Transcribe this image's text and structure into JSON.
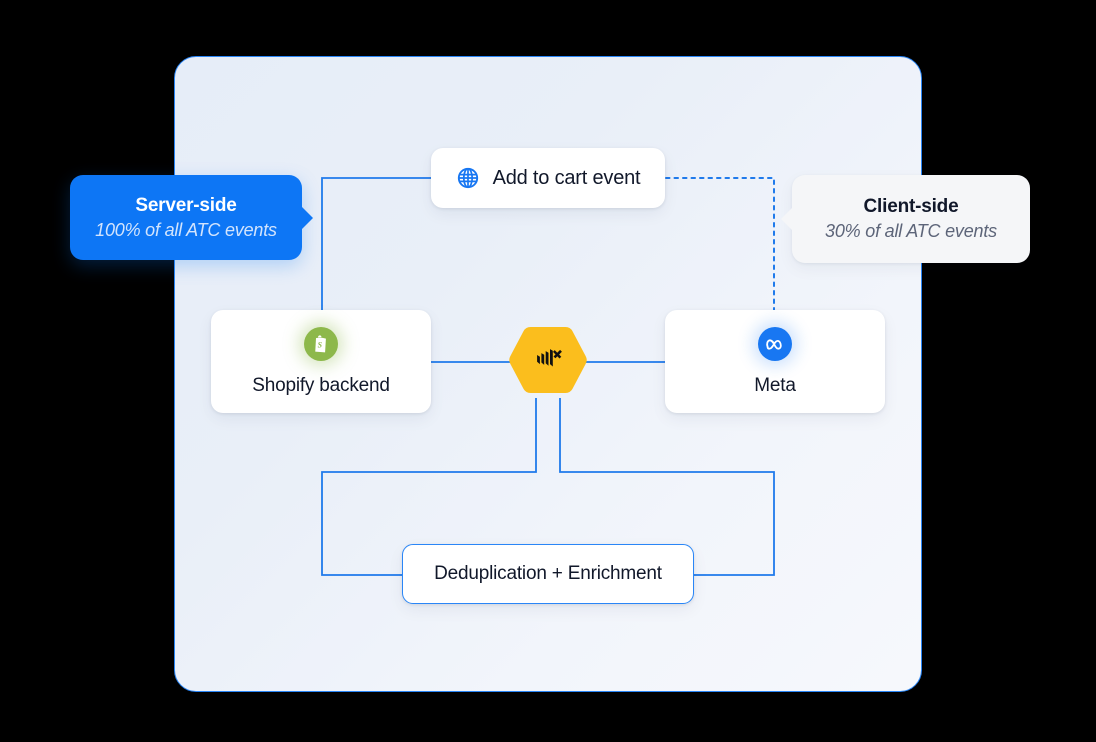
{
  "theme": {
    "panel_border": "#2a86f7",
    "panel_bg_from": "#e6edf8",
    "panel_bg_to": "#f6f8fc",
    "connector_color": "#1f7aeb",
    "accent_blue": "#0d76f5",
    "hexagon_fill": "#fbbe1d",
    "shopify_green": "#8db84b",
    "meta_blue": "#1877f2",
    "text_dark": "#11182a",
    "text_muted": "#5d6579"
  },
  "badges": {
    "server_side": {
      "title": "Server-side",
      "subtitle": "100% of all ATC events",
      "pointer": "right"
    },
    "client_side": {
      "title": "Client-side",
      "subtitle": "30% of all ATC events",
      "pointer": "left"
    }
  },
  "nodes": {
    "event": {
      "label": "Add to cart event",
      "icon": "globe-icon"
    },
    "shopify": {
      "label": "Shopify backend",
      "icon": "shopify-icon"
    },
    "meta": {
      "label": "Meta",
      "icon": "meta-icon"
    },
    "hub": {
      "label": "",
      "icon": "elevar-hexagon-icon"
    },
    "dedup": {
      "label": "Deduplication + Enrichment"
    }
  },
  "connections": [
    {
      "from": "event",
      "to": "shopify",
      "style": "solid"
    },
    {
      "from": "event",
      "to": "meta",
      "style": "dotted"
    },
    {
      "from": "shopify",
      "to": "hub",
      "style": "solid"
    },
    {
      "from": "hub",
      "to": "meta",
      "style": "solid"
    },
    {
      "from": "hub",
      "to": "dedup",
      "style": "solid"
    },
    {
      "from": "dedup",
      "to": "hub",
      "style": "solid"
    }
  ]
}
